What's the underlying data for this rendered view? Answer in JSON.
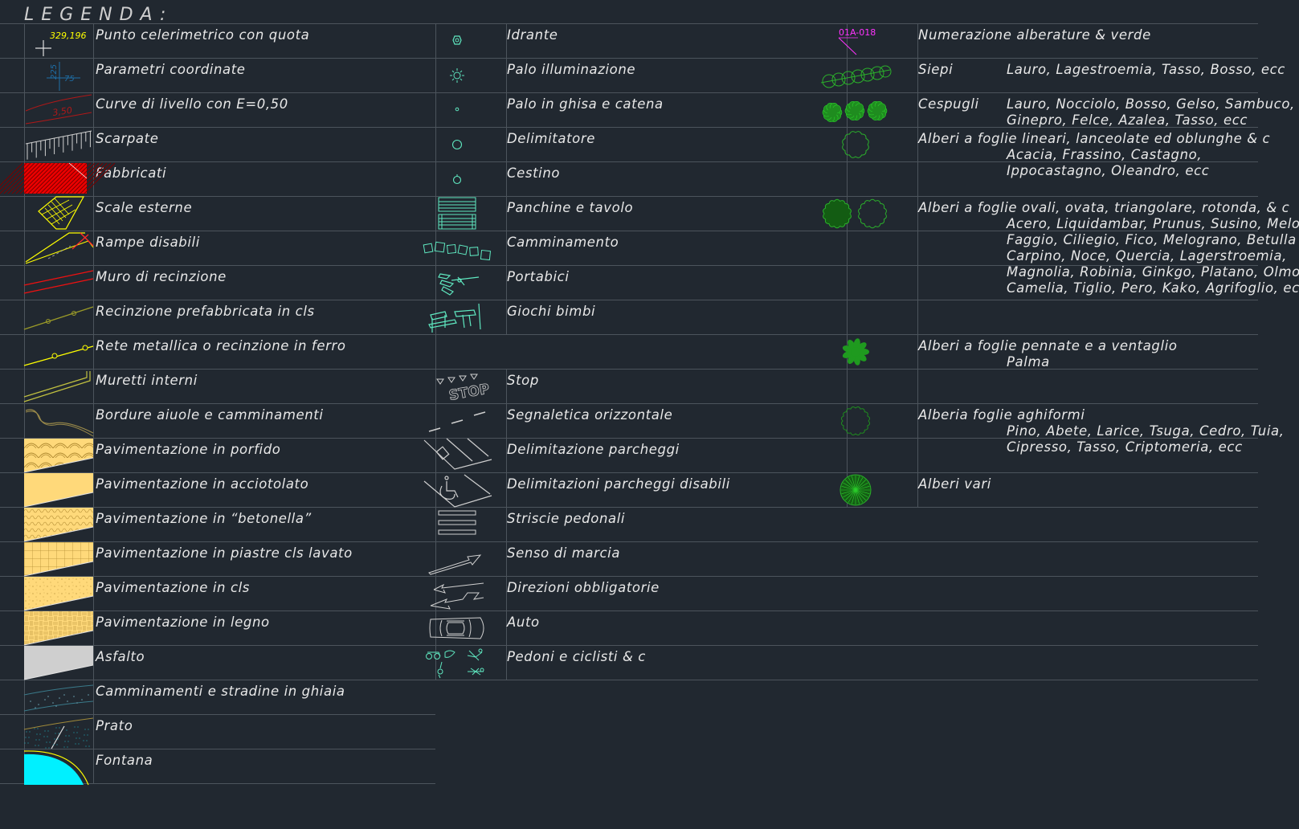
{
  "title": "LEGENDA:",
  "colors": {
    "background": "#212830",
    "grid_line": "#4c545c",
    "text": "#e8e8e8",
    "cad_yellow": "#ffff00",
    "cad_red": "#ff0000",
    "cad_cyan": "#00ffff",
    "cad_green": "#2bb02b",
    "cad_magenta": "#ff00ff",
    "cad_mint": "#5fe8c0",
    "sand": "#ffd97a"
  },
  "columns": {
    "left": [
      {
        "label": "Punto celerimetrico con quota",
        "icon": "survey-point-icon",
        "value": "329,196"
      },
      {
        "label": "Parametri coordinate",
        "icon": "coordinate-parameters-icon",
        "value": "225",
        "value2": "75"
      },
      {
        "label": "Curve di livello con E=0,50",
        "icon": "contour-lines-icon",
        "value": "3,50"
      },
      {
        "label": "Scarpate",
        "icon": "slope-hatch-icon"
      },
      {
        "label": "Fabbricati",
        "icon": "buildings-hatch-icon"
      },
      {
        "label": "Scale esterne",
        "icon": "external-stairs-icon"
      },
      {
        "label": "Rampe disabili",
        "icon": "disabled-ramp-icon"
      },
      {
        "label": "Muro di recinzione",
        "icon": "boundary-wall-icon"
      },
      {
        "label": "Recinzione prefabbricata in cls",
        "icon": "precast-fence-icon"
      },
      {
        "label": "Rete metallica o recinzione in ferro",
        "icon": "metal-fence-icon"
      },
      {
        "label": "Muretti interni",
        "icon": "internal-walls-icon"
      },
      {
        "label": "Bordure aiuole e camminamenti",
        "icon": "flowerbed-border-icon"
      },
      {
        "label": "Pavimentazione in porfido",
        "icon": "porphyry-paving-icon"
      },
      {
        "label": "Pavimentazione in acciotolato",
        "icon": "cobblestone-paving-icon"
      },
      {
        "label": "Pavimentazione in “betonella”",
        "icon": "betonella-paving-icon"
      },
      {
        "label": "Pavimentazione in piastre cls lavato",
        "icon": "washed-concrete-slab-icon"
      },
      {
        "label": "Pavimentazione in cls",
        "icon": "concrete-paving-icon"
      },
      {
        "label": "Pavimentazione in legno",
        "icon": "wood-paving-icon"
      },
      {
        "label": "Asfalto",
        "icon": "asphalt-icon"
      },
      {
        "label": "Camminamenti e stradine in ghiaia",
        "icon": "gravel-path-icon"
      },
      {
        "label": "Prato",
        "icon": "lawn-icon"
      },
      {
        "label": "Fontana",
        "icon": "fountain-icon"
      }
    ],
    "middle": [
      {
        "label": "Idrante",
        "icon": "hydrant-icon"
      },
      {
        "label": "Palo illuminazione",
        "icon": "light-pole-icon"
      },
      {
        "label": "Palo in ghisa e catena",
        "icon": "cast-iron-post-icon"
      },
      {
        "label": "Delimitatore",
        "icon": "bollard-icon"
      },
      {
        "label": "Cestino",
        "icon": "waste-bin-icon"
      },
      {
        "label": "Panchine e tavolo",
        "icon": "bench-table-icon"
      },
      {
        "label": "Camminamento",
        "icon": "stepping-stones-icon"
      },
      {
        "label": "Portabici",
        "icon": "bike-rack-icon"
      },
      {
        "label": "Giochi bimbi",
        "icon": "playground-icon"
      },
      {
        "label": "",
        "icon": ""
      },
      {
        "label": "Stop",
        "icon": "stop-marking-icon",
        "value": "STOP"
      },
      {
        "label": "Segnaletica orizzontale",
        "icon": "road-marking-icon"
      },
      {
        "label": "Delimitazione parcheggi",
        "icon": "parking-bays-icon"
      },
      {
        "label": "Delimitazioni parcheggi disabili",
        "icon": "disabled-parking-icon"
      },
      {
        "label": "Striscie pedonali",
        "icon": "crosswalk-icon"
      },
      {
        "label": "Senso di marcia",
        "icon": "driving-direction-arrow-icon"
      },
      {
        "label": "Direzioni obbligatorie",
        "icon": "mandatory-directions-icon"
      },
      {
        "label": "Auto",
        "icon": "car-icon"
      },
      {
        "label": "Pedoni e ciclisti & c",
        "icon": "pedestrians-cyclists-icon"
      }
    ],
    "right": [
      {
        "label": "Numerazione alberature & verde",
        "icon": "tree-numbering-icon",
        "value": "01A-018"
      },
      {
        "label": "Siepi",
        "species": [
          "Lauro, Lagestroemia, Tasso, Bosso, ecc"
        ],
        "icon": "hedge-icon"
      },
      {
        "label": "Cespugli",
        "species": [
          "Lauro, Nocciolo, Bosso, Gelso, Sambuco,",
          "Ginepro, Felce, Azalea, Tasso, ecc"
        ],
        "icon": "shrubs-icon"
      },
      {
        "label": "Alberi a foglie lineari, lanceolate ed oblunghe & c",
        "species": [
          "Acacia, Frassino, Castagno,",
          " Ippocastagno, Oleandro, ecc"
        ],
        "icon": "linear-leaf-tree-icon"
      },
      {
        "label": "Alberi a foglie ovali, ovata, triangolare, rotonda, & c",
        "species": [
          "Acero, Liquidambar, Prunus, Susino, Melo",
          "Faggio, Ciliegio, Fico, Melograno, Betulla",
          "Carpino, Noce, Quercia, Lagerstroemia,",
          "Magnolia, Robinia, Ginkgo, Platano, Olmo",
          "Camelia, Tiglio, Pero, Kako, Agrifoglio, ecc"
        ],
        "icon": "oval-leaf-tree-icon"
      },
      {
        "label": "Alberi a foglie pennate e a ventaglio",
        "species": [
          "Palma"
        ],
        "icon": "palm-tree-icon"
      },
      {
        "label": "Alberia foglie aghiformi",
        "species": [
          "Pino, Abete, Larice, Tsuga, Cedro, Tuia,",
          "Cipresso, Tasso, Criptomeria, ecc"
        ],
        "icon": "conifer-tree-icon"
      },
      {
        "label": "Alberi vari",
        "icon": "various-trees-icon"
      }
    ]
  }
}
